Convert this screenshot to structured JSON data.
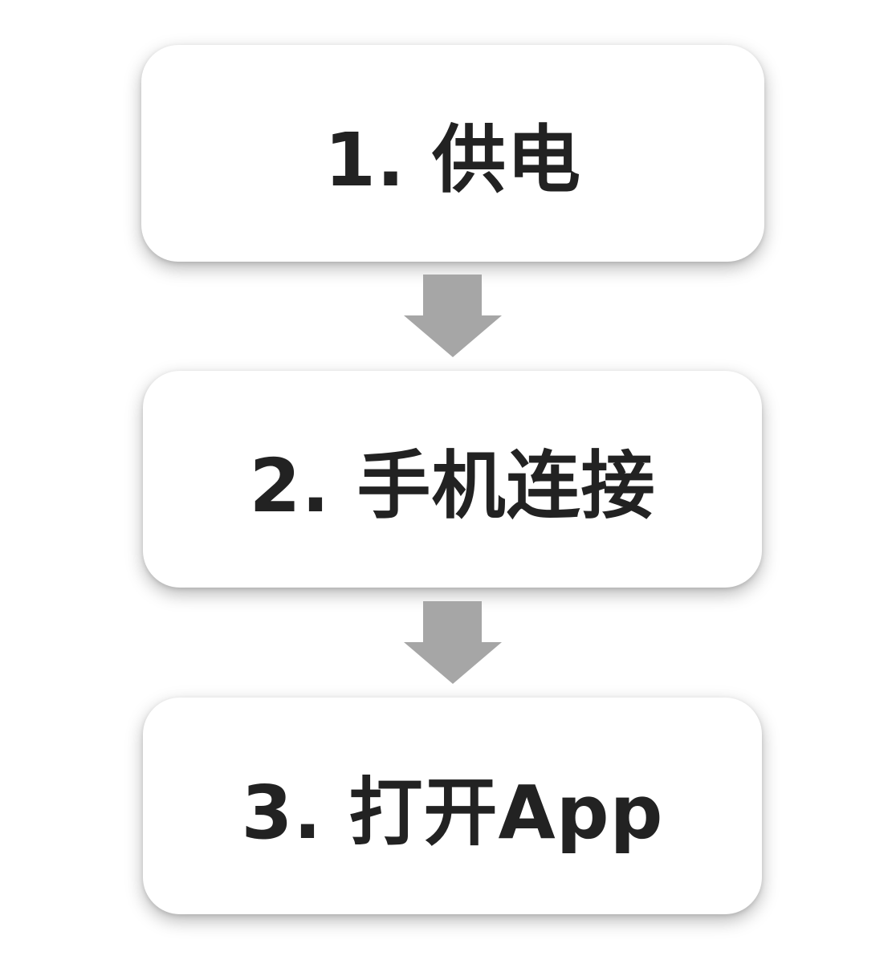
{
  "steps": [
    {
      "label": "1. 供电"
    },
    {
      "label": "2. 手机连接"
    },
    {
      "label": "3. 打开App"
    }
  ],
  "colors": {
    "box_background": "#ffffff",
    "text": "#222222",
    "arrow": "#a6a6a6"
  },
  "icons": {
    "connector": "down-arrow-icon"
  }
}
